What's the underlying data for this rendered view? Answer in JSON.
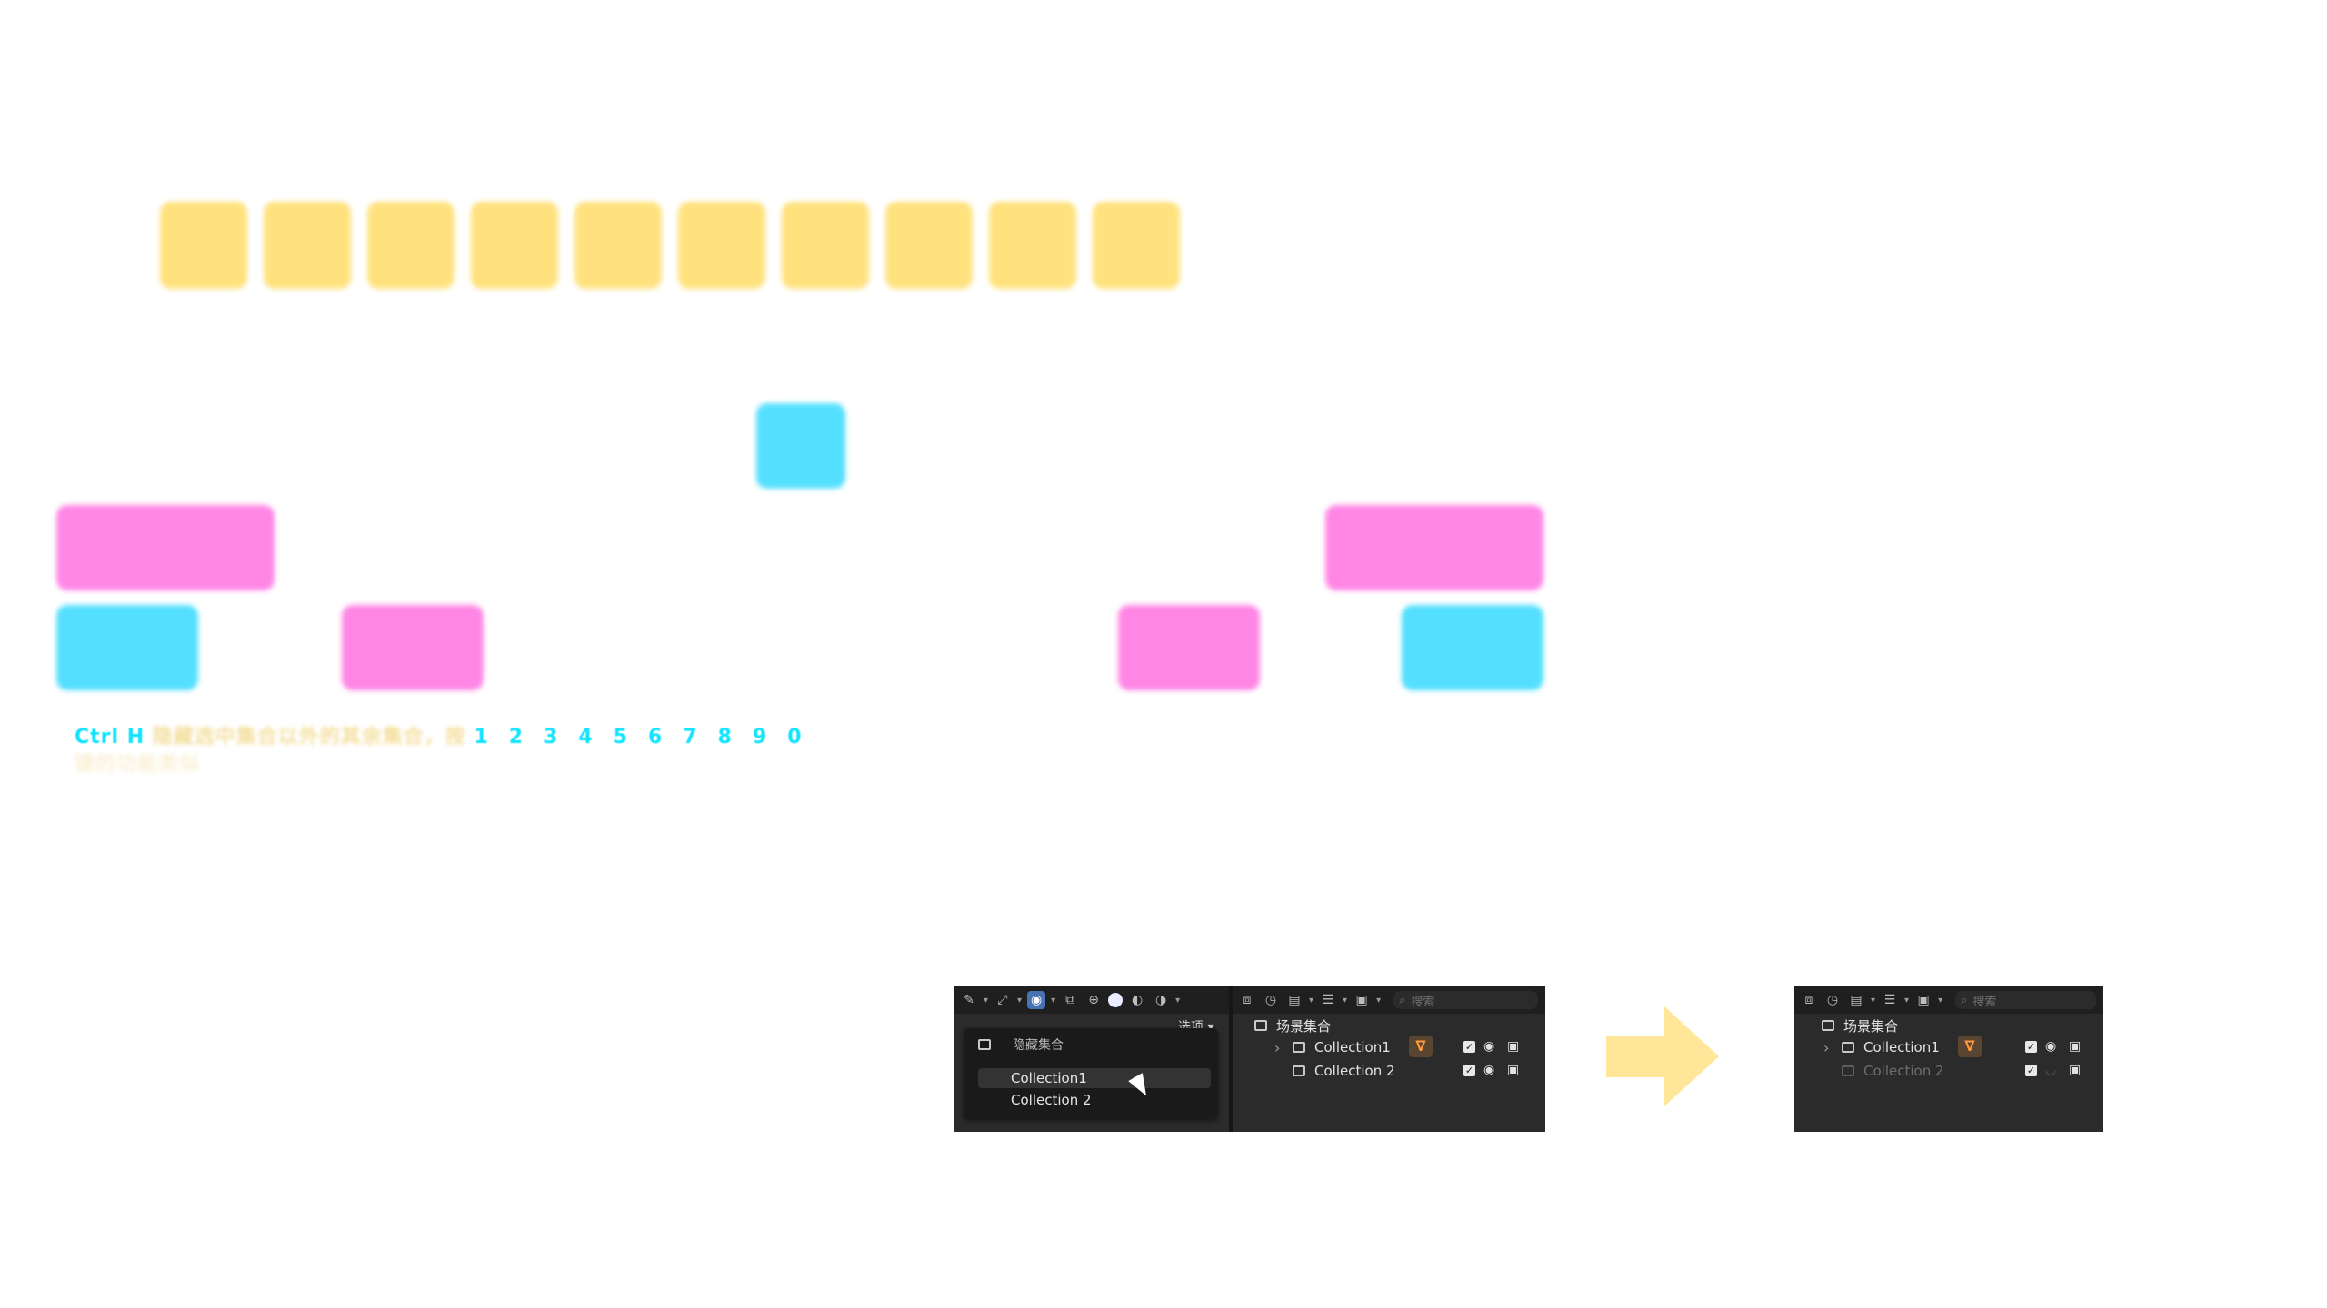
{
  "caption": {
    "shortcut": "Ctrl H",
    "text_line1": "隐藏选中集合以外的其余集合，按",
    "numbers": [
      "1",
      "2",
      "3",
      "4",
      "5",
      "6",
      "7",
      "8",
      "9",
      "0"
    ],
    "text_line2": "键的功能类似"
  },
  "colors": {
    "yellow": "#ffe27e",
    "cyan": "#54dfff",
    "magenta": "#ff86e5",
    "accent": "#10e3ff"
  },
  "left_panel": {
    "menu_title": "隐藏集合",
    "menu_items": [
      "Collection1",
      "Collection 2"
    ],
    "options_label": "选项",
    "search_placeholder": "搜索",
    "scene_collection": "场景集合",
    "collections": [
      "Collection1",
      "Collection 2"
    ]
  },
  "right_panel": {
    "search_placeholder": "搜索",
    "scene_collection": "场景集合",
    "collections": [
      "Collection1",
      "Collection 2"
    ]
  },
  "icons": {
    "collection": "collection-icon",
    "eye": "eye-icon",
    "camera": "camera-icon",
    "checkbox": "checkbox-icon",
    "search": "search-icon",
    "arrow": "right-arrow-icon",
    "cursor": "mouse-cursor-icon"
  }
}
